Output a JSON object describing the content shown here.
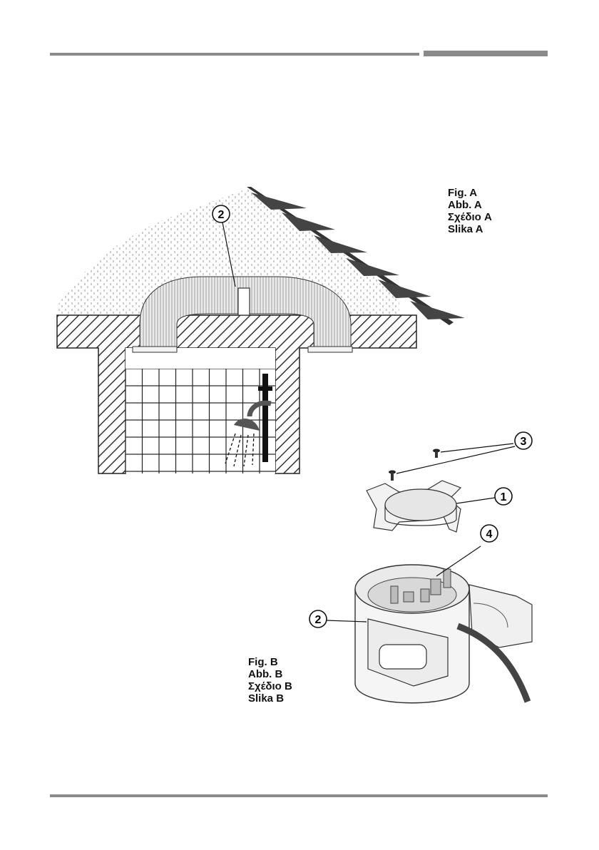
{
  "figure_a": {
    "caption": [
      "Fig.  A",
      "Abb.  A",
      "Σχέδιο  A",
      "Slika  A"
    ],
    "callouts": [
      "2"
    ]
  },
  "figure_b": {
    "caption": [
      "Fig.  B",
      "Abb.  B",
      "Σχέδιο  B",
      "Slika  B"
    ],
    "callouts": [
      "3",
      "1",
      "4",
      "2"
    ]
  },
  "colors": {
    "rule": "#8a8a8a",
    "line": "#111111",
    "shade": "#e6e6e6"
  }
}
